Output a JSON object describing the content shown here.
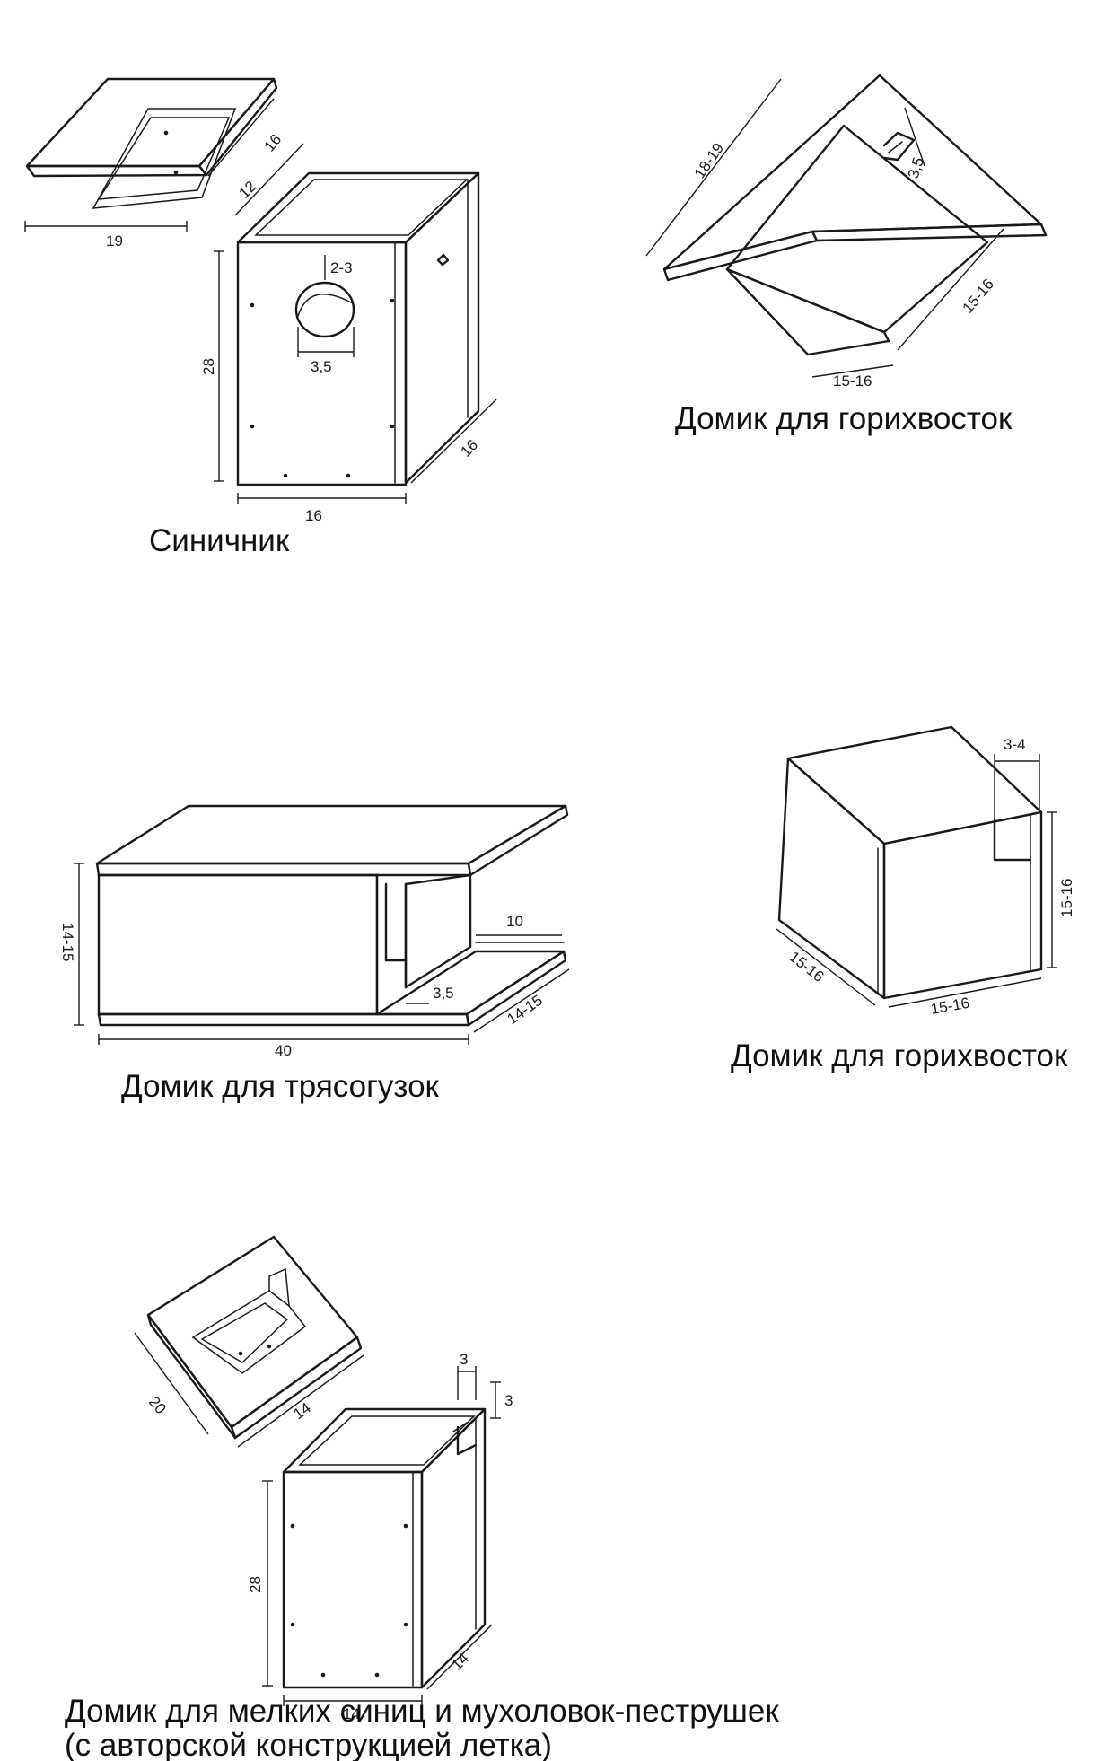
{
  "captions": {
    "titmouse_house": "Синичник",
    "redstart_house_1": "Домик для горихвосток",
    "wagtail_house": "Домик для трясогузок",
    "redstart_house_2": "Домик для горихвосток",
    "flycatcher_house_line1": "Домик для мелких синиц и мухоловок-пеструшек",
    "flycatcher_house_line2": "(с авторской конструкцией летка)"
  },
  "dimensions": {
    "titmouse": {
      "roof_width": "19",
      "roof_depth": "16",
      "inner": "12",
      "hole_offset": "2-3",
      "hole_diameter": "3,5",
      "height": "28",
      "width": "16",
      "depth": "16"
    },
    "redstart_1": {
      "roof": "18-19",
      "slot": "3,5",
      "side": "15-16",
      "bottom": "15-16"
    },
    "wagtail": {
      "height": "14-15",
      "length": "40",
      "opening": "10",
      "gap": "3,5",
      "depth": "14-15"
    },
    "redstart_2": {
      "slot": "3-4",
      "height": "15-16",
      "depth": "15-16",
      "width": "15-16"
    },
    "flycatcher": {
      "lid_depth": "20",
      "lid_width": "14",
      "notch_width": "3",
      "notch_height": "3",
      "height": "28",
      "width": "14",
      "depth": "14"
    }
  },
  "colors": {
    "ink": "#1a1a1a",
    "background": "#ffffff"
  }
}
